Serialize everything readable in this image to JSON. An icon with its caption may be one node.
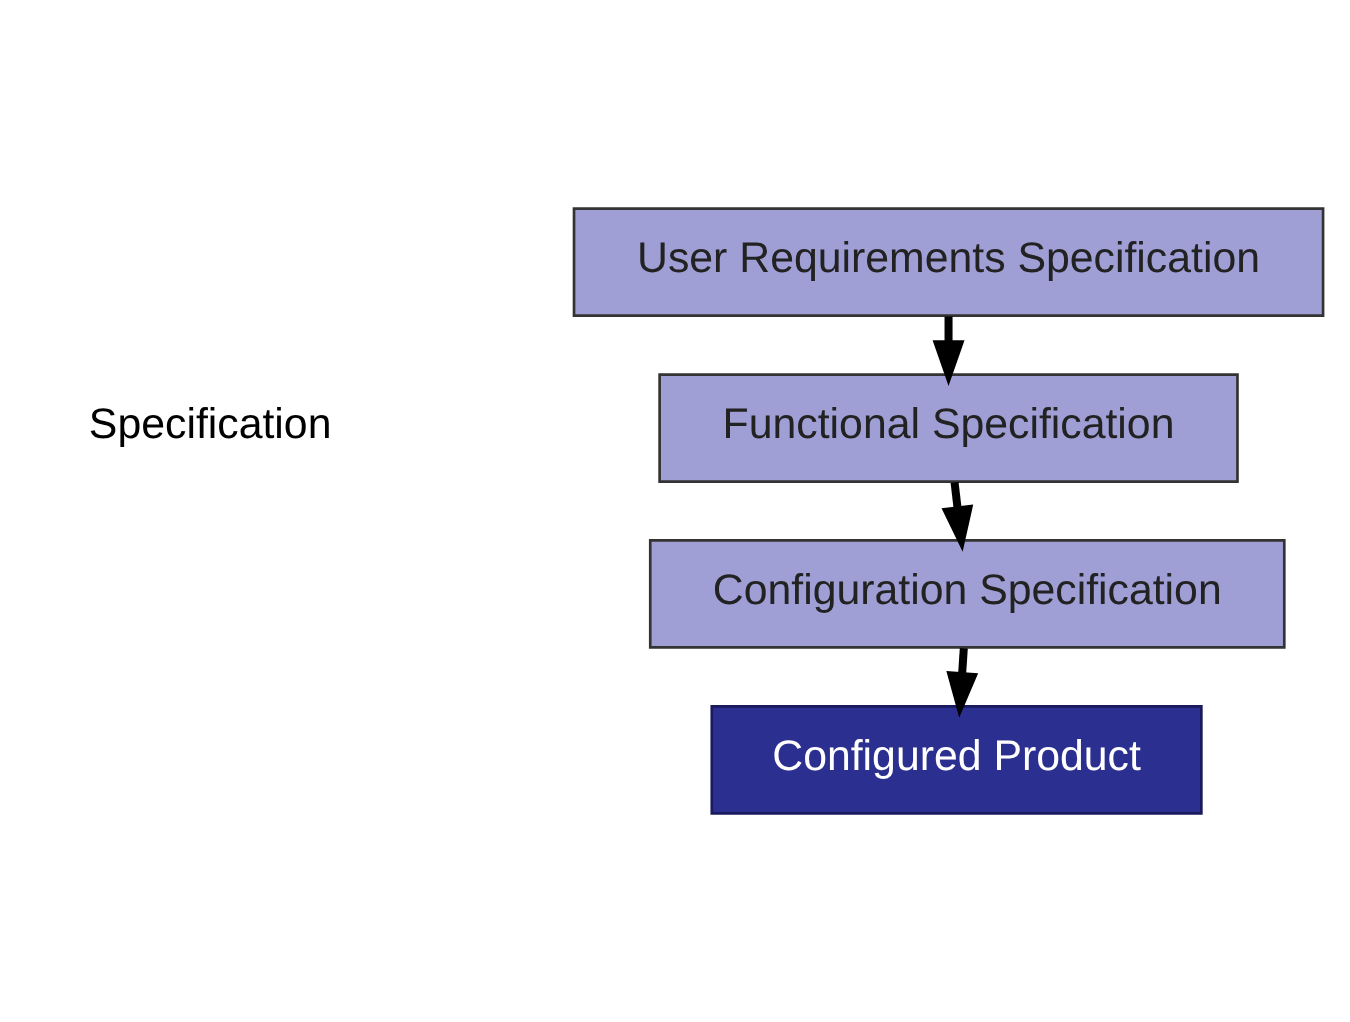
{
  "diagram": {
    "nodes": [
      {
        "text": [
          "User Requirements Specification"
        ]
      },
      {
        "text": [
          "Functional Specification"
        ]
      },
      {
        "text": [
          "Configuration Specification"
        ]
      },
      {
        "text": [
          "Configured Product"
        ]
      }
    ],
    "edges": [
      {
        "from": 0,
        "to": 1,
        "arrow": "to"
      },
      {
        "from": 1,
        "to": 2,
        "arrow": "to"
      },
      {
        "from": 2,
        "to": 3,
        "arrow": "to"
      }
    ],
    "labels": [
      "Specification"
    ]
  }
}
